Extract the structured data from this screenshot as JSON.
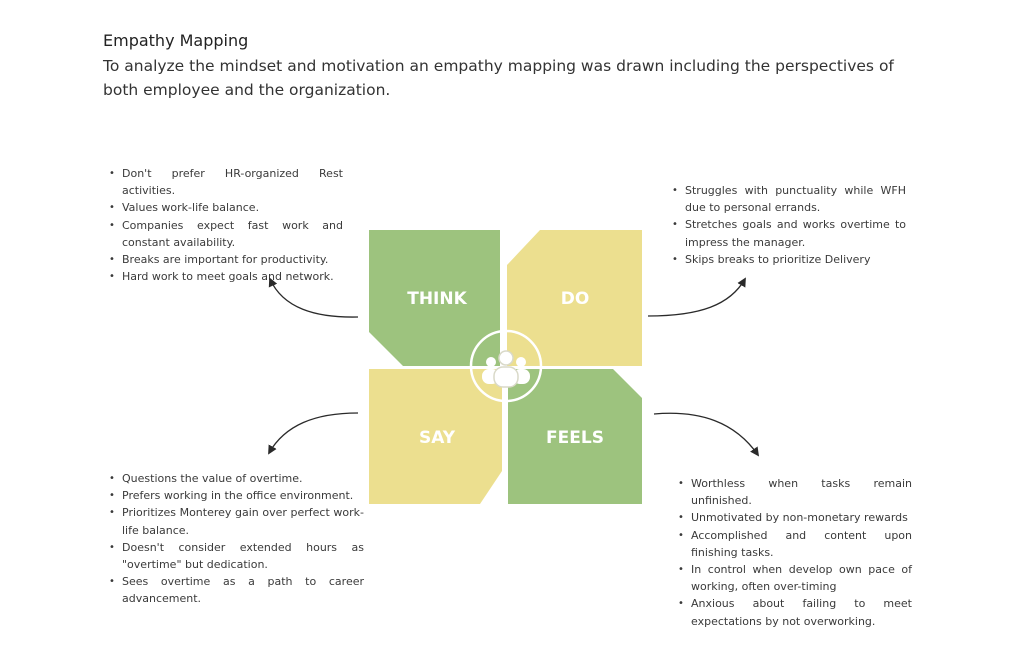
{
  "header": {
    "title": "Empathy Mapping",
    "intro": "To analyze the mindset and motivation an empathy mapping was drawn including the perspectives of both employee and the organization."
  },
  "colors": {
    "green": "#9dc37e",
    "yellow": "#ecdf8f",
    "arrow": "#2a2a2a"
  },
  "center_icon": "people-group-icon",
  "quadrants": {
    "think": {
      "label": "THINK",
      "items": [
        "Don't prefer HR-organized Rest activities.",
        "Values work-life balance.",
        "Companies expect fast work and constant availability.",
        "Breaks are important for productivity.",
        "Hard work to meet goals and network."
      ]
    },
    "do": {
      "label": "DO",
      "items": [
        "Struggles with punctuality while WFH due to personal errands.",
        "Stretches goals and works overtime to impress the manager.",
        "Skips breaks to prioritize Delivery"
      ]
    },
    "say": {
      "label": "SAY",
      "items": [
        "Questions the value of overtime.",
        "Prefers working in the office environment.",
        "Prioritizes Monterey gain over perfect work-life balance.",
        "Doesn't consider extended hours as \"overtime\" but dedication.",
        "Sees overtime as a path to career advancement."
      ]
    },
    "feels": {
      "label": "FEELS",
      "items": [
        "Worthless when tasks remain unfinished.",
        "Unmotivated by non-monetary rewards",
        "Accomplished and content upon finishing tasks.",
        "In control when develop own pace of working, often over-timing",
        "Anxious about failing to meet expectations by not overworking."
      ]
    }
  }
}
